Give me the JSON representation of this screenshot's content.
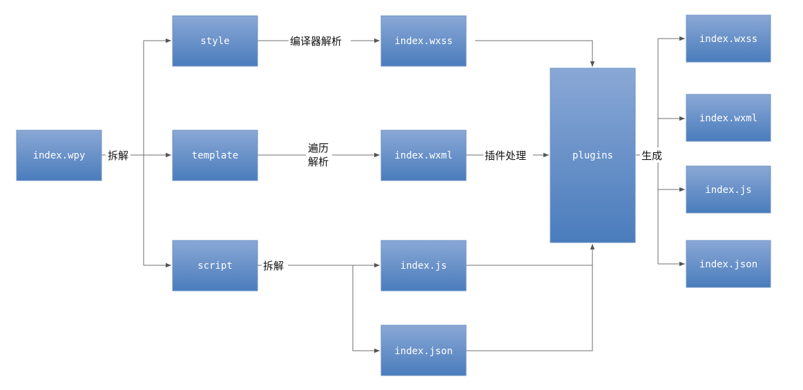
{
  "nodes": {
    "wpy": "index.wpy",
    "style": "style",
    "template": "template",
    "script": "script",
    "wxss": "index.wxss",
    "wxml": "index.wxml",
    "js": "index.js",
    "json": "index.json",
    "plugins": "plugins",
    "out_wxss": "index.wxss",
    "out_wxml": "index.wxml",
    "out_js": "index.js",
    "out_json": "index.json"
  },
  "edge_labels": {
    "split_wpy": "拆解",
    "compile": "编译器解析",
    "traverse_line1": "遍历",
    "traverse_line2": "解析",
    "plugin_process": "插件处理",
    "split_script": "拆解",
    "generate": "生成"
  },
  "colors": {
    "box_top": "#8aa8d6",
    "box_bottom": "#4a7cbc",
    "box_border": "#6f93c4",
    "edge": "#6e6e6e"
  }
}
